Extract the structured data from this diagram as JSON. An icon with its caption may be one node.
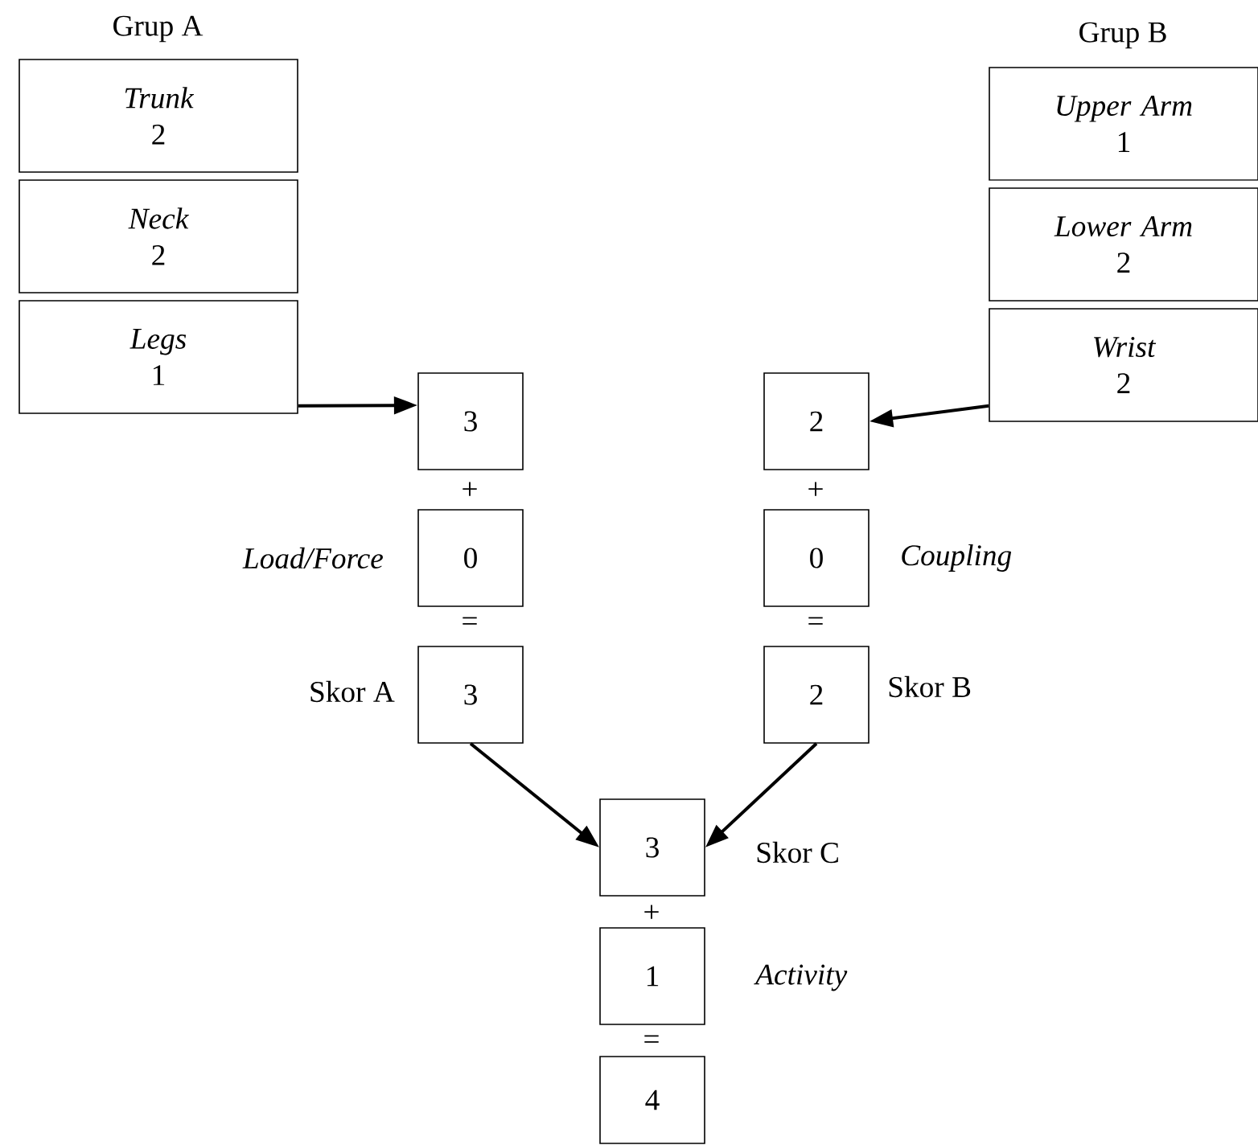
{
  "diagram": {
    "nodes": [
      {
        "text": [
          "Trunk",
          "2"
        ]
      },
      {
        "text": [
          "Neck",
          "2"
        ]
      },
      {
        "text": [
          "Legs",
          "1"
        ]
      },
      {
        "text": [
          "Upper Arm",
          "1"
        ]
      },
      {
        "text": [
          "Lower Arm",
          "2"
        ]
      },
      {
        "text": [
          "Wrist",
          "2"
        ]
      },
      {
        "text": [
          "3"
        ]
      },
      {
        "text": [
          "0"
        ],
        "beside": [
          "Load/Force"
        ]
      },
      {
        "text": [
          "3"
        ],
        "beside": [
          "Skor A"
        ]
      },
      {
        "text": [
          "2"
        ]
      },
      {
        "text": [
          "0"
        ],
        "beside": [
          "Coupling"
        ]
      },
      {
        "text": [
          "2"
        ],
        "beside": [
          "Skor B"
        ]
      },
      {
        "text": [
          "3"
        ],
        "beside": [
          "Skor C"
        ]
      },
      {
        "text": [
          "1"
        ],
        "beside": [
          "Activity"
        ]
      },
      {
        "text": [
          "4"
        ]
      }
    ],
    "edges": [
      {
        "from": 2,
        "to": 6,
        "arrow": "to"
      },
      {
        "from": 5,
        "to": 9,
        "arrow": "to"
      },
      {
        "from": 8,
        "to": 12,
        "arrow": "to"
      },
      {
        "from": 11,
        "to": 12,
        "arrow": "to"
      }
    ],
    "labels": [
      "Grup A",
      "Grup B",
      "+",
      "+",
      "=",
      "=",
      "+",
      "="
    ]
  }
}
